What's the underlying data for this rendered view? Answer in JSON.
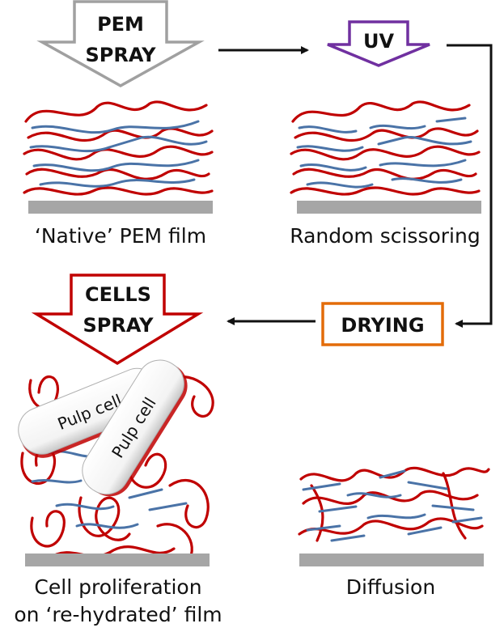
{
  "steps": {
    "pem_spray": {
      "line1": "PEM",
      "line2": "SPRAY",
      "color": "#a0a0a0"
    },
    "uv": {
      "label": "UV",
      "color": "#7030a0"
    },
    "drying": {
      "label": "DRYING",
      "color": "#e36c09"
    },
    "cells_spray": {
      "line1": "CELLS",
      "line2": "SPRAY",
      "color": "#c00000"
    }
  },
  "captions": {
    "native": "‘Native’ PEM film",
    "random": "Random scissoring",
    "cell_line1": "Cell proliferation",
    "cell_line2": "on ‘re-hydrated’ film",
    "diffusion": "Diffusion"
  },
  "cells": [
    {
      "label": "Pulp cell"
    },
    {
      "label": "Pulp cell"
    }
  ],
  "colors": {
    "polycation_chain": "#c00000",
    "polyanion_chain": "#4a73a7",
    "substrate": "#a6a6a6",
    "cell_fill": "#ffffff",
    "cell_edge": "#c00000"
  }
}
